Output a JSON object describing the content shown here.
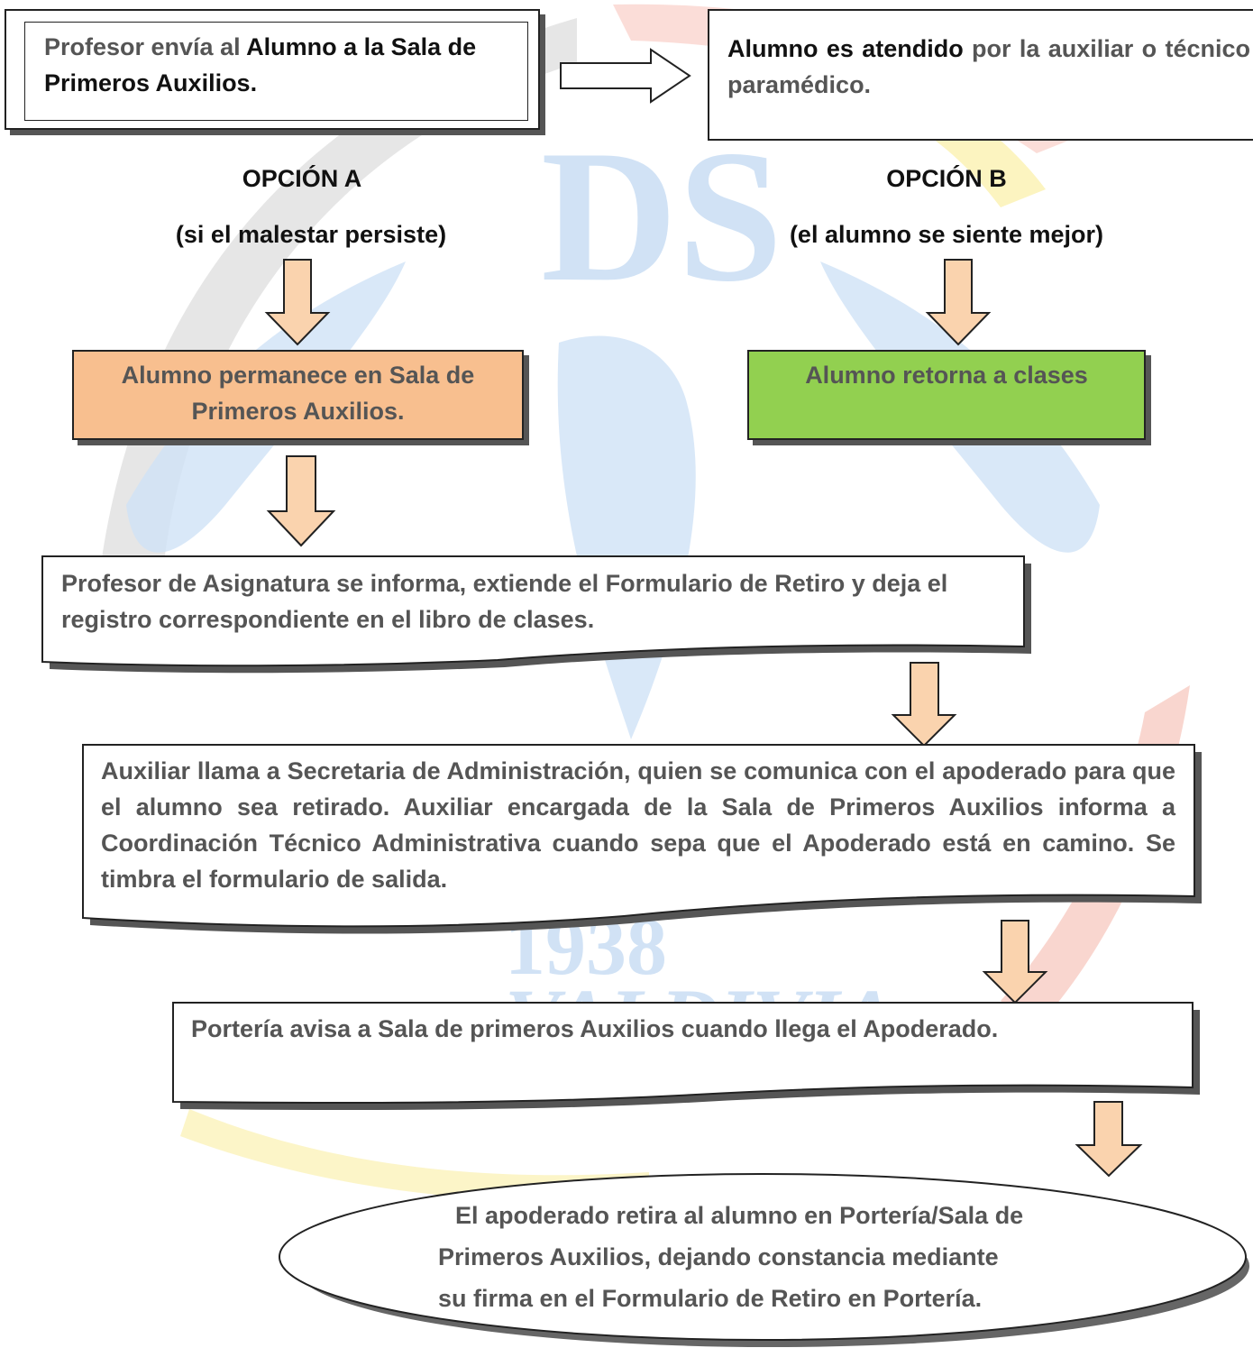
{
  "watermark": {
    "initials": "DS",
    "year_fragment": "1938",
    "city": "VALDIVIA",
    "colors": {
      "blue": "#bcd7f2",
      "red": "#f7c6bd",
      "yellow": "#fbf3b9",
      "gray": "#cfcfcf"
    }
  },
  "top_left": {
    "part1": "Profesor envía al ",
    "part2": "Alumno a la Sala de Primeros Auxilios."
  },
  "top_right": {
    "part1": "Alumno es atendido",
    "part2": " por la auxiliar o técnico paramédico."
  },
  "option_a": {
    "title": "OPCIÓN A",
    "condition": "(si el malestar persiste)"
  },
  "option_b": {
    "title": "OPCIÓN B",
    "condition": "(el alumno se siente mejor)"
  },
  "box_a": {
    "text": "Alumno permanece en Sala de Primeros Auxilios.",
    "color": "#f8bf8f"
  },
  "box_b": {
    "text": "Alumno retorna a clases",
    "color": "#92d050"
  },
  "step_profesor": "Profesor de Asignatura se informa, extiende el Formulario de Retiro y deja el registro correspondiente en el libro de clases.",
  "step_auxiliar": "Auxiliar llama a Secretaria de Administración, quien se comunica con el apoderado para que el alumno sea retirado. Auxiliar encargada de la Sala de Primeros Auxilios informa a Coordinación Técnico Administrativa cuando sepa que el Apoderado está en camino. Se timbra el formulario de salida.",
  "step_porteria": "Portería avisa a Sala de primeros Auxilios cuando llega el Apoderado.",
  "final_step": {
    "line1": "El apoderado retira al alumno en Portería/Sala de",
    "line2": "Primeros Auxilios, dejando constancia mediante",
    "line3": "su firma en el Formulario de Retiro en Portería."
  },
  "arrow_fill": "#fad3ae"
}
